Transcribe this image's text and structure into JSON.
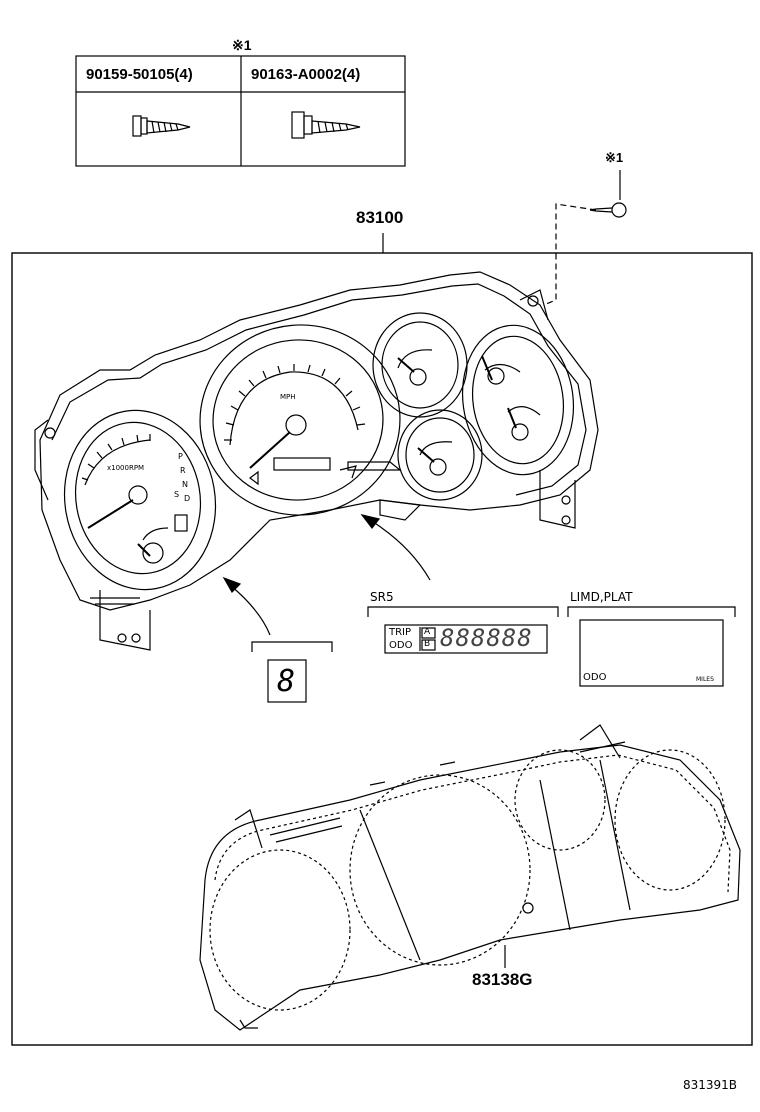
{
  "fastener_table": {
    "note_mark": "※1",
    "parts": [
      {
        "number": "90159-50105",
        "qty": "(4)",
        "icon": "screw-icon"
      },
      {
        "number": "90163-A0002",
        "qty": "(4)",
        "icon": "flange-bolt-icon"
      }
    ]
  },
  "callouts": {
    "screw_note": "※1",
    "meter_assembly": "83100",
    "glass_cover": "83138G"
  },
  "variants": {
    "sr5": {
      "label": "SR5",
      "trip": "TRIP",
      "odo": "ODO",
      "a": "A",
      "b": "B",
      "digits": "888888"
    },
    "limd_plat": {
      "label": "LIMD,PLAT",
      "odo": "ODO",
      "unit": "MILES"
    },
    "gear_digit": "8"
  },
  "gauge_labels": {
    "tach": "x1000RPM",
    "speedo": "MPH",
    "prnd": [
      "P",
      "R",
      "N",
      "D"
    ],
    "s": "S"
  },
  "figure_id": "831391B"
}
